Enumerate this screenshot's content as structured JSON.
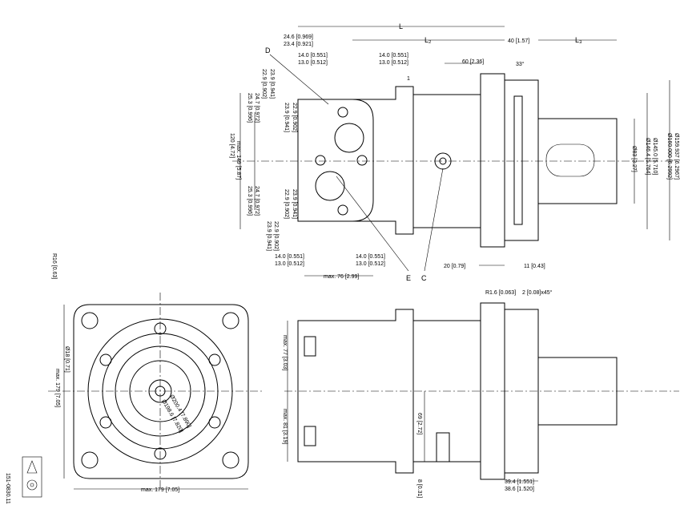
{
  "top_view": {
    "L": "L",
    "L2": "L₂",
    "L3": "L₃",
    "d_24_6": "24.6 [0.969]",
    "d_23_4": "23.4 [0.921]",
    "d_14_top_a": "14.0 [0.551]",
    "d_13_top_a": "13.0 [0.512]",
    "d_14_top_b": "14.0 [0.551]",
    "d_13_top_b": "13.0 [0.512]",
    "d_40": "40 [1.57]",
    "d_60": "60 [2.36]",
    "d_33": "33°",
    "d_1": "1",
    "label_D": "D",
    "label_E": "E",
    "label_C": "C",
    "v_22_9_a": "22.9 [0.902]",
    "v_23_9_a": "23.9 [0.941]",
    "v_25_3_a": "25.3 [0.996]",
    "v_24_7_a": "24.7 [0.972]",
    "v_23_9_b": "23.9 [0.941]",
    "v_22_9_b": "22.9 [0.902]",
    "v_max149": "max. 149 [5.87]",
    "v_120": "120 [4.72]",
    "v_22_9_c": "22.9 [0.902]",
    "v_23_9_c": "23.9 [0.941]",
    "v_25_3_b": "25.3 [0.996]",
    "v_24_7_b": "24.7 [0.972]",
    "v_23_9_d": "23.9 [0.941]",
    "v_22_9_d": "22.9 [0.902]",
    "d_14_bot_a": "14.0 [0.551]",
    "d_13_bot_a": "13.0 [0.512]",
    "d_14_bot_b": "14.0 [0.551]",
    "d_13_bot_b": "13.0 [0.512]",
    "d_max76": "max. 76 [2.99]",
    "d_20": "20 [0.79]",
    "d_11": "11 [0.43]",
    "r_83": "Ø83 [3.27]",
    "r_146": "Ø146.4 [5.764]",
    "r_145": "Ø145.0 [5.710]",
    "r_160": "Ø160.000 [6.2992]",
    "r_159": "Ø159.937 [6.2967]"
  },
  "front_view": {
    "r16": "R16 [0.63]",
    "d18": "Ø18 [0.71]",
    "max179_v": "max. 179 [7.05]",
    "max179_h": "max. 179 [7.05]",
    "d200": "Ø200.4 [7.890]",
    "d198": "Ø198.6 [7.820]"
  },
  "side_view": {
    "r1_6": "R1.6 [0.063]",
    "chamfer": "2 [0.08]x45°",
    "max77": "max. 77 [3.03]",
    "max81": "max. 81 [3.19]",
    "d69": "69 [2.72]",
    "d8": "8 [0.31]",
    "d39_4": "39.4 [1.551]",
    "d38_6": "38.6 [1.520]"
  },
  "footer": {
    "code": "151-0830.11"
  }
}
